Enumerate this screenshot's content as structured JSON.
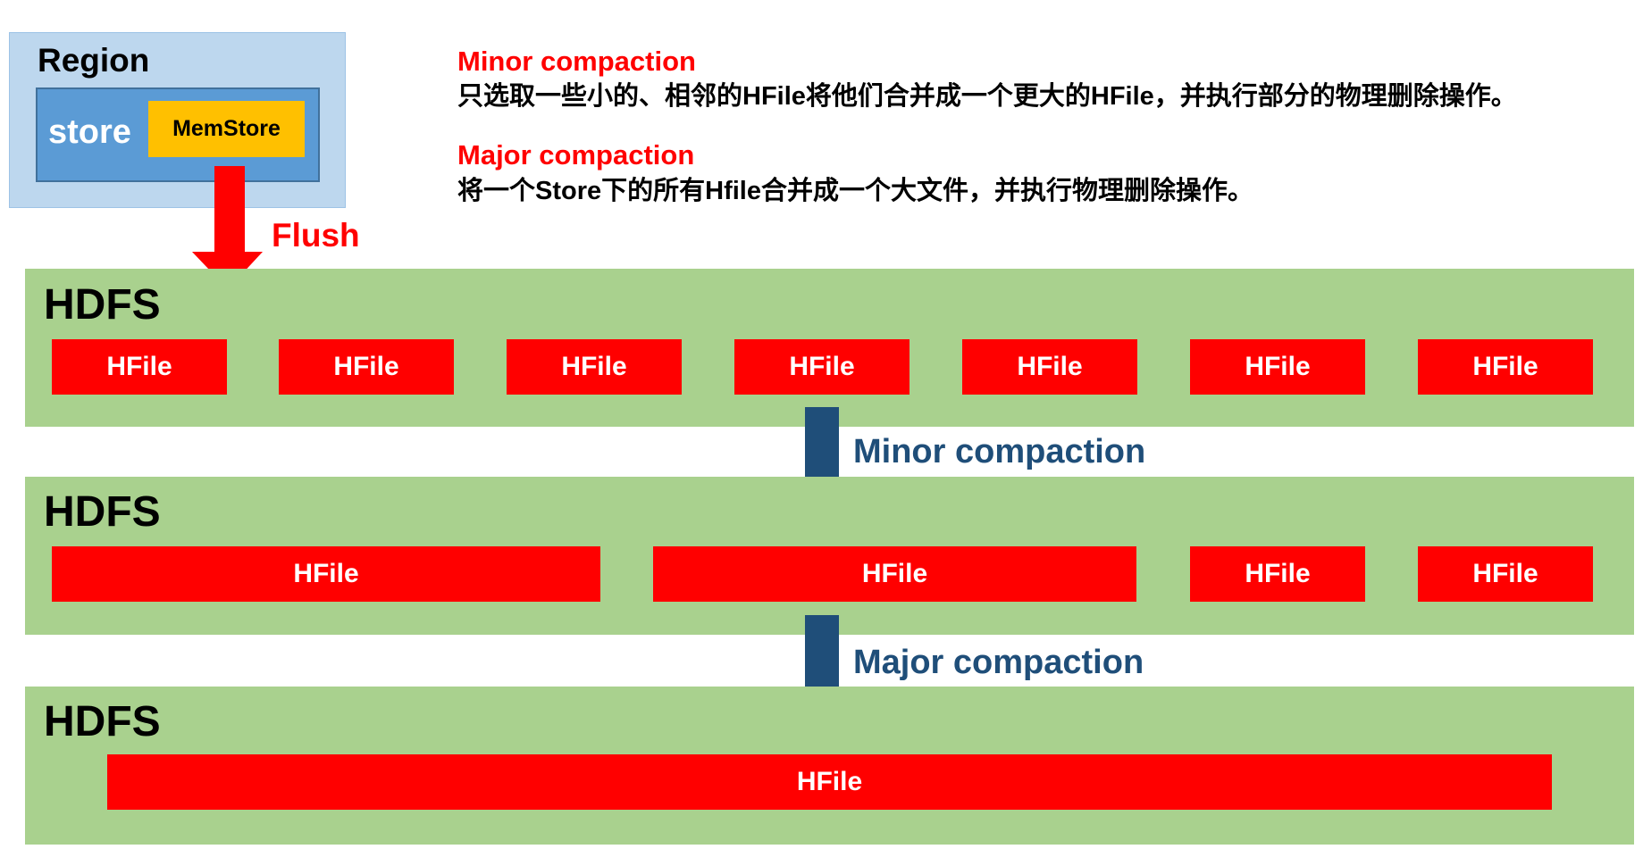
{
  "region": {
    "title": "Region",
    "store_label": "store",
    "memstore_label": "MemStore"
  },
  "flush": {
    "label": "Flush"
  },
  "descriptions": {
    "minor_title": "Minor compaction",
    "minor_body": "只选取一些小的、相邻的HFile将他们合并成一个更大的HFile，并执行部分的物理删除操作。",
    "major_title": "Major compaction",
    "major_body": "将一个Store下的所有Hfile合并成一个大文件，并执行物理删除操作。"
  },
  "hdfs_rows": [
    {
      "label": "HDFS",
      "files": [
        "HFile",
        "HFile",
        "HFile",
        "HFile",
        "HFile",
        "HFile",
        "HFile"
      ]
    },
    {
      "label": "HDFS",
      "files": [
        "HFile",
        "HFile",
        "HFile",
        "HFile"
      ]
    },
    {
      "label": "HDFS",
      "files": [
        "HFile"
      ]
    }
  ],
  "arrows": {
    "minor_label": "Minor compaction",
    "major_label": "Major compaction"
  },
  "colors": {
    "region_bg": "#bdd7ee",
    "store_bg": "#5b9bd5",
    "memstore_bg": "#ffc000",
    "hdfs_bg": "#a9d18e",
    "hfile_bg": "#ff0000",
    "flush_arrow": "#ff0000",
    "compaction_arrow": "#1f4e79",
    "heading_red": "#ff0000"
  }
}
